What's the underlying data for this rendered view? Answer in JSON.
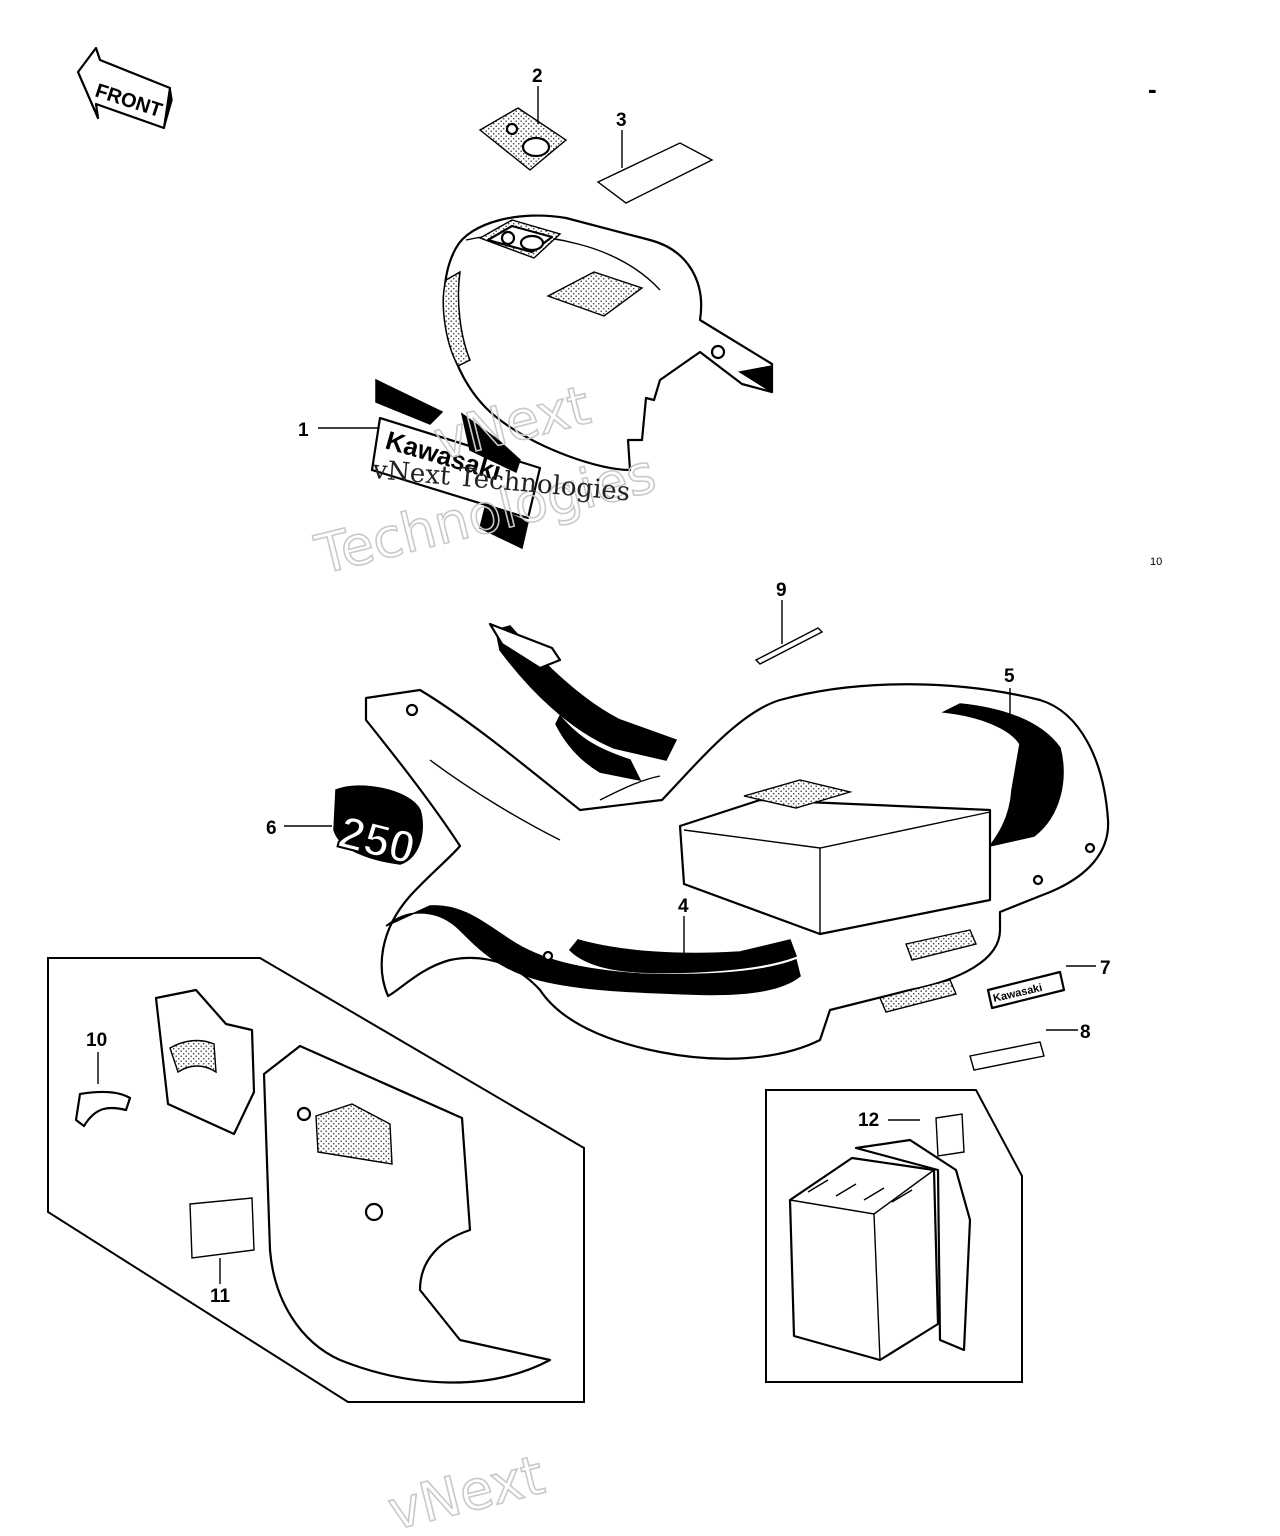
{
  "front_arrow": {
    "label": "FRONT"
  },
  "corner_mark": "-",
  "page_ref": "10",
  "callouts": [
    "1",
    "2",
    "3",
    "4",
    "5",
    "6",
    "7",
    "8",
    "9",
    "10",
    "11",
    "12"
  ],
  "decals": {
    "number_250": "250",
    "brand_small": "Kawasaki",
    "brand_large": "Kawasaki"
  },
  "watermarks": {
    "line1": "vNext",
    "line2": "Technologies",
    "line3": "vNext Technologies",
    "bottom": "vNext"
  }
}
